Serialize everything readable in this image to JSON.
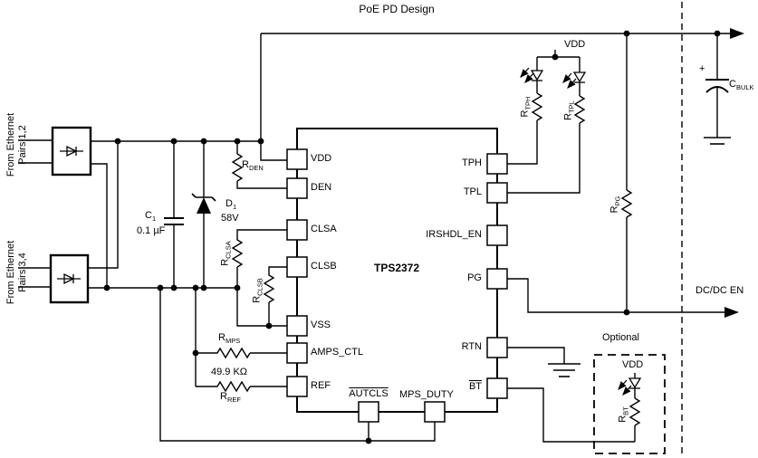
{
  "title": "PoE PD Design",
  "chip": {
    "name": "TPS2372",
    "pins": {
      "vdd": "VDD",
      "den": "DEN",
      "clsa": "CLSA",
      "clsb": "CLSB",
      "vss": "VSS",
      "amps_ctl": "AMPS_CTL",
      "ref": "REF",
      "autcls": "AUTCLS",
      "mps_duty": "MPS_DUTY",
      "tph": "TPH",
      "tpl": "TPL",
      "irshdl_en": "IRSHDL_EN",
      "pg": "PG",
      "rtn": "RTN",
      "bt": "BT"
    }
  },
  "inputs": {
    "pairs12": {
      "line1": "From Ethernet",
      "line2": "Pairs 1,2"
    },
    "pairs34": {
      "line1": "From Ethernet",
      "line2": "Pairs 3,4"
    }
  },
  "components": {
    "c1": {
      "ref": "C",
      "sub": "1",
      "value": "0.1 µF"
    },
    "d1": {
      "ref": "D",
      "sub": "1",
      "value": "58V"
    },
    "rden": {
      "ref": "R",
      "sub": "DEN"
    },
    "rclsa": {
      "ref": "R",
      "sub": "CLSA"
    },
    "rclsb": {
      "ref": "R",
      "sub": "CLSB"
    },
    "rmps": {
      "ref": "R",
      "sub": "MPS"
    },
    "rref": {
      "ref": "R",
      "sub": "REF",
      "value": "49.9 KΩ"
    },
    "rtph": {
      "ref": "R",
      "sub": "TPH"
    },
    "rtpl": {
      "ref": "R",
      "sub": "TPL"
    },
    "rpg": {
      "ref": "R",
      "sub": "PG"
    },
    "rbt": {
      "ref": "R",
      "sub": "BT"
    },
    "cbulk": {
      "ref": "C",
      "sub": "BULK",
      "plus": "+"
    }
  },
  "nets": {
    "vdd_led": "VDD",
    "vdd_optional": "VDD",
    "dcdc_en": "DC/DC EN"
  },
  "annotations": {
    "optional": "Optional"
  },
  "colors": {
    "ink": "#000000",
    "background": "#ffffff"
  }
}
